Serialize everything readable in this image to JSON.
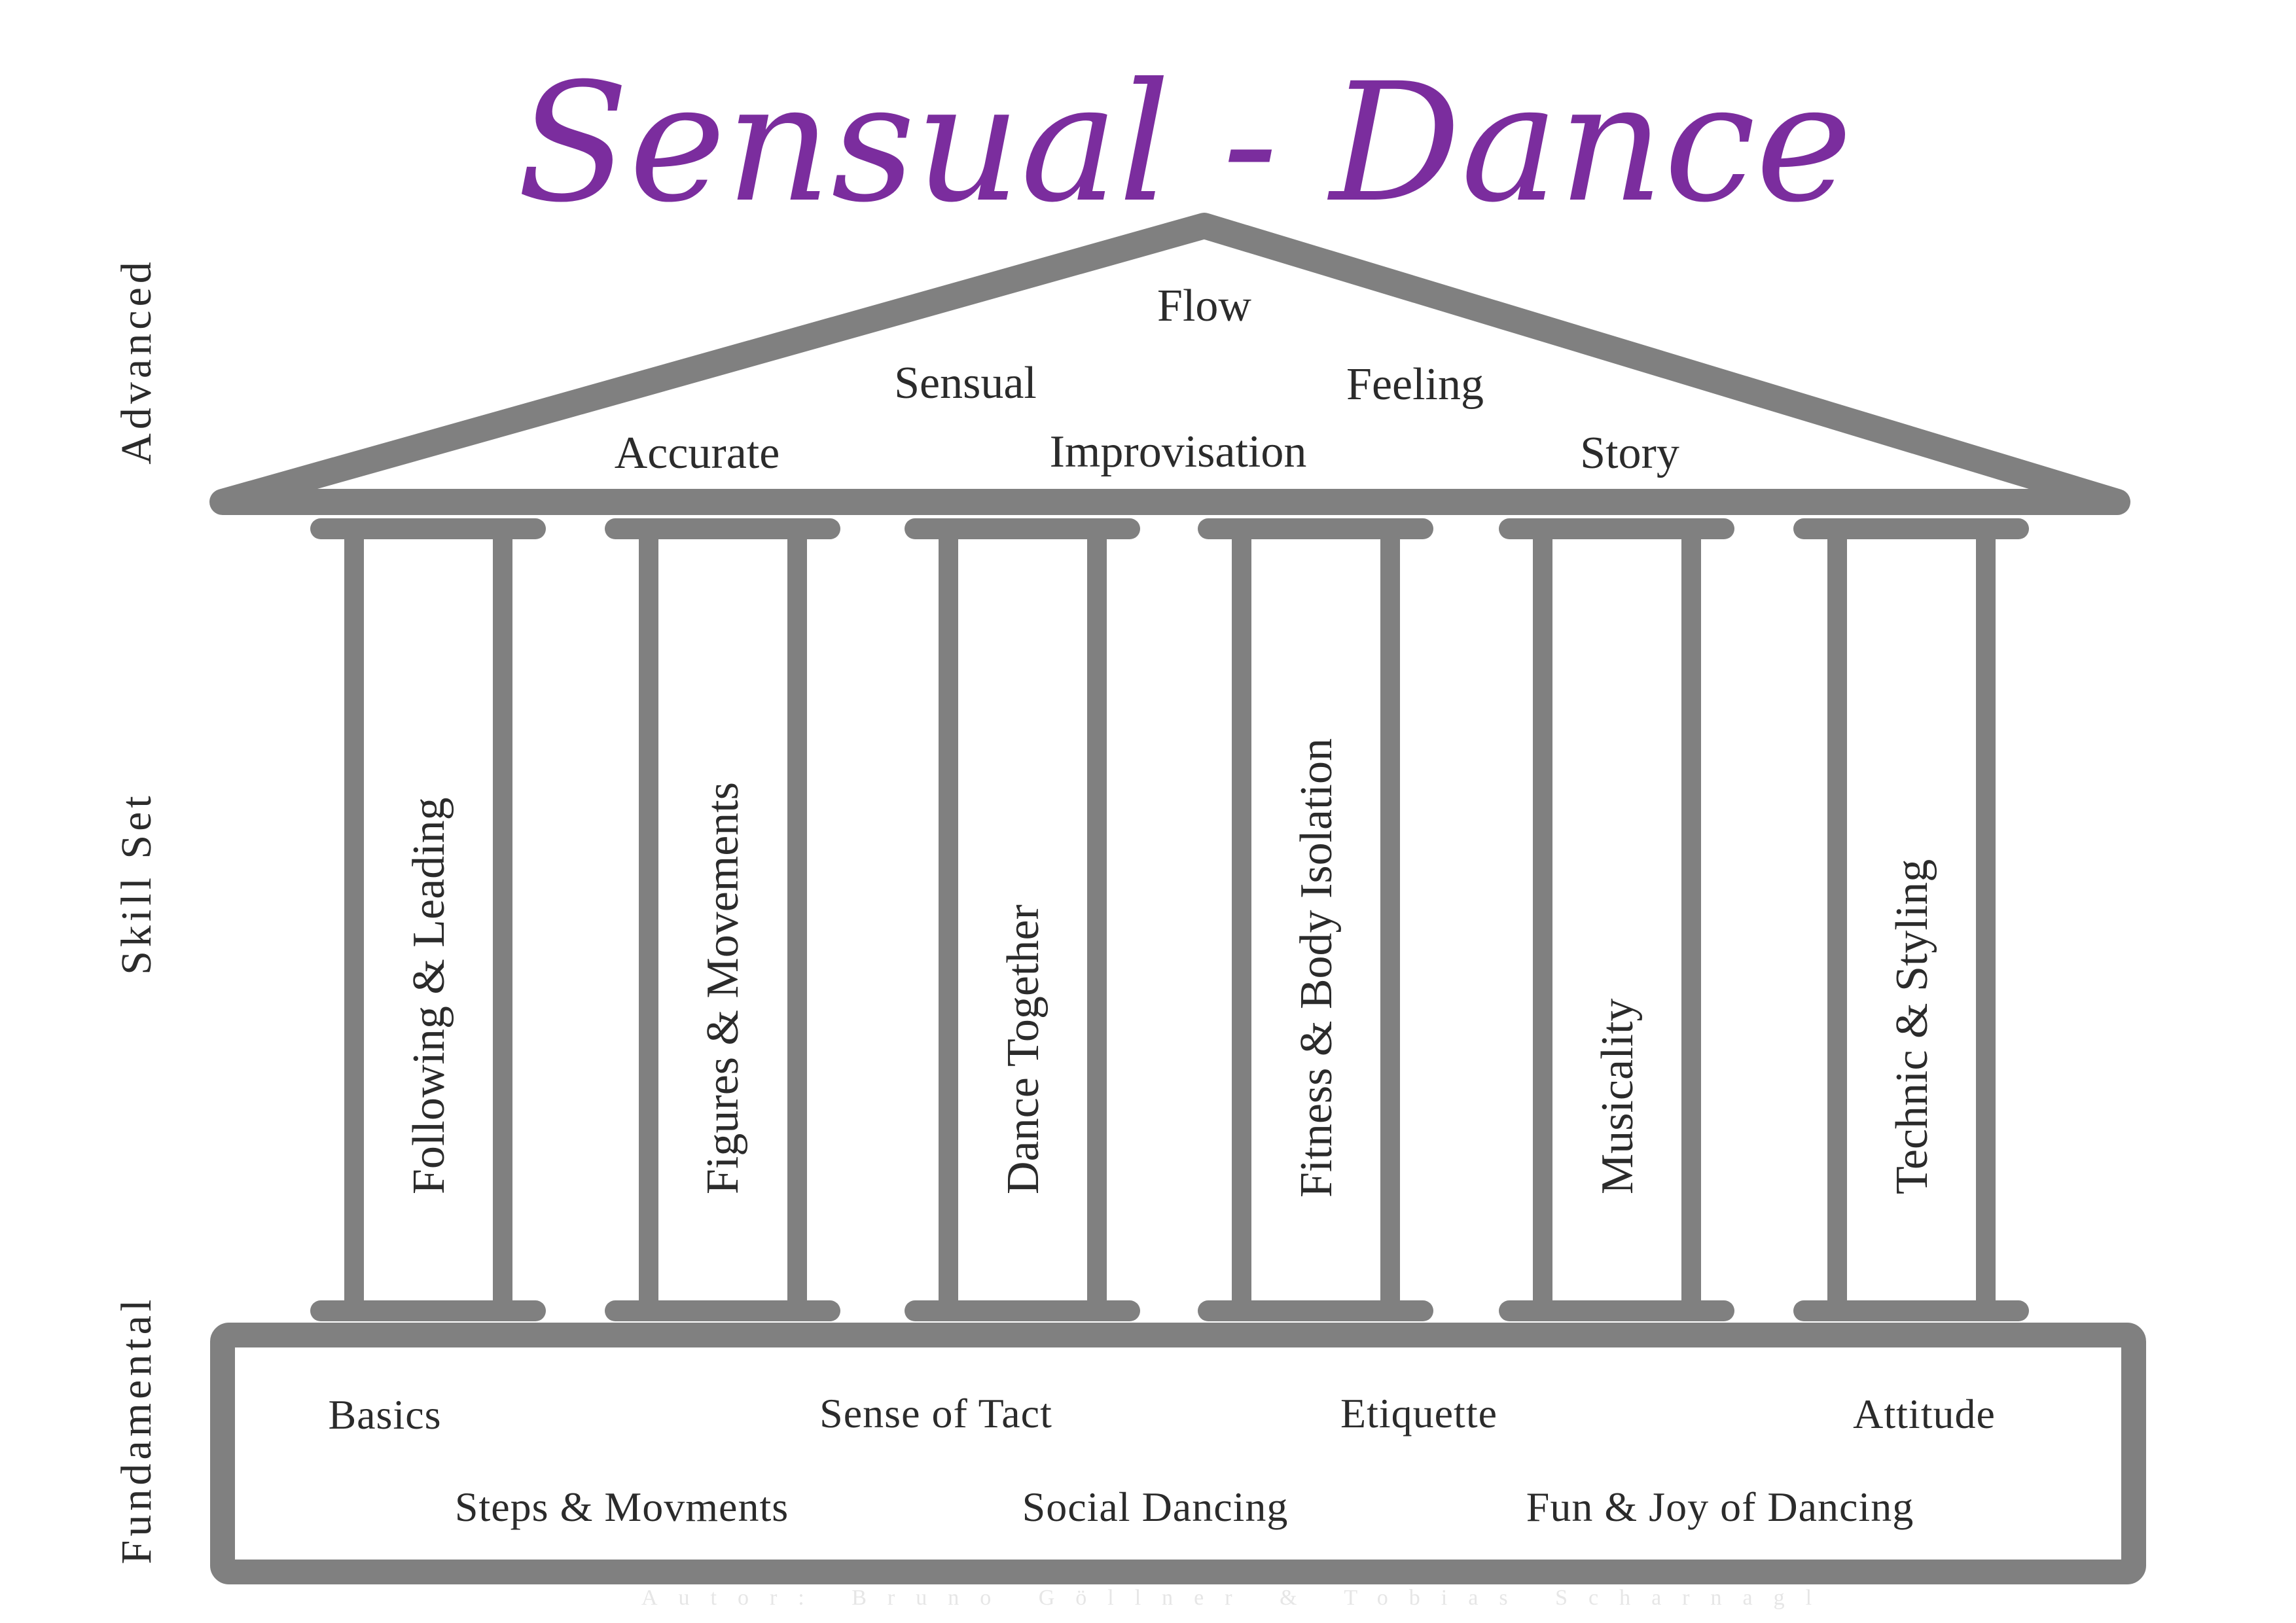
{
  "colors": {
    "title": "#7b2d9e",
    "structure": "#808080",
    "text": "#2b2b2b",
    "credit": "#e6e6e6",
    "background": "#ffffff"
  },
  "title": "Sensual - Dance",
  "levels": {
    "advanced": "Advanced",
    "skill_set": "Skill Set",
    "fundamental": "Fundamental"
  },
  "roof_words": [
    "Flow",
    "Sensual",
    "Feeling",
    "Accurate",
    "Improvisation",
    "Story"
  ],
  "pillars": [
    "Following & Leading",
    "Figures & Movements",
    "Dance Together",
    "Fitness & Body Isolation",
    "Musicality",
    "Technic & Styling"
  ],
  "foundation": {
    "row1": [
      "Basics",
      "Sense of Tact",
      "Etiquette",
      "Attitude"
    ],
    "row2": [
      "Steps & Movments",
      "Social Dancing",
      "Fun & Joy of Dancing"
    ]
  },
  "credit": "Autor: Bruno Göllner & Tobias Scharnagl"
}
